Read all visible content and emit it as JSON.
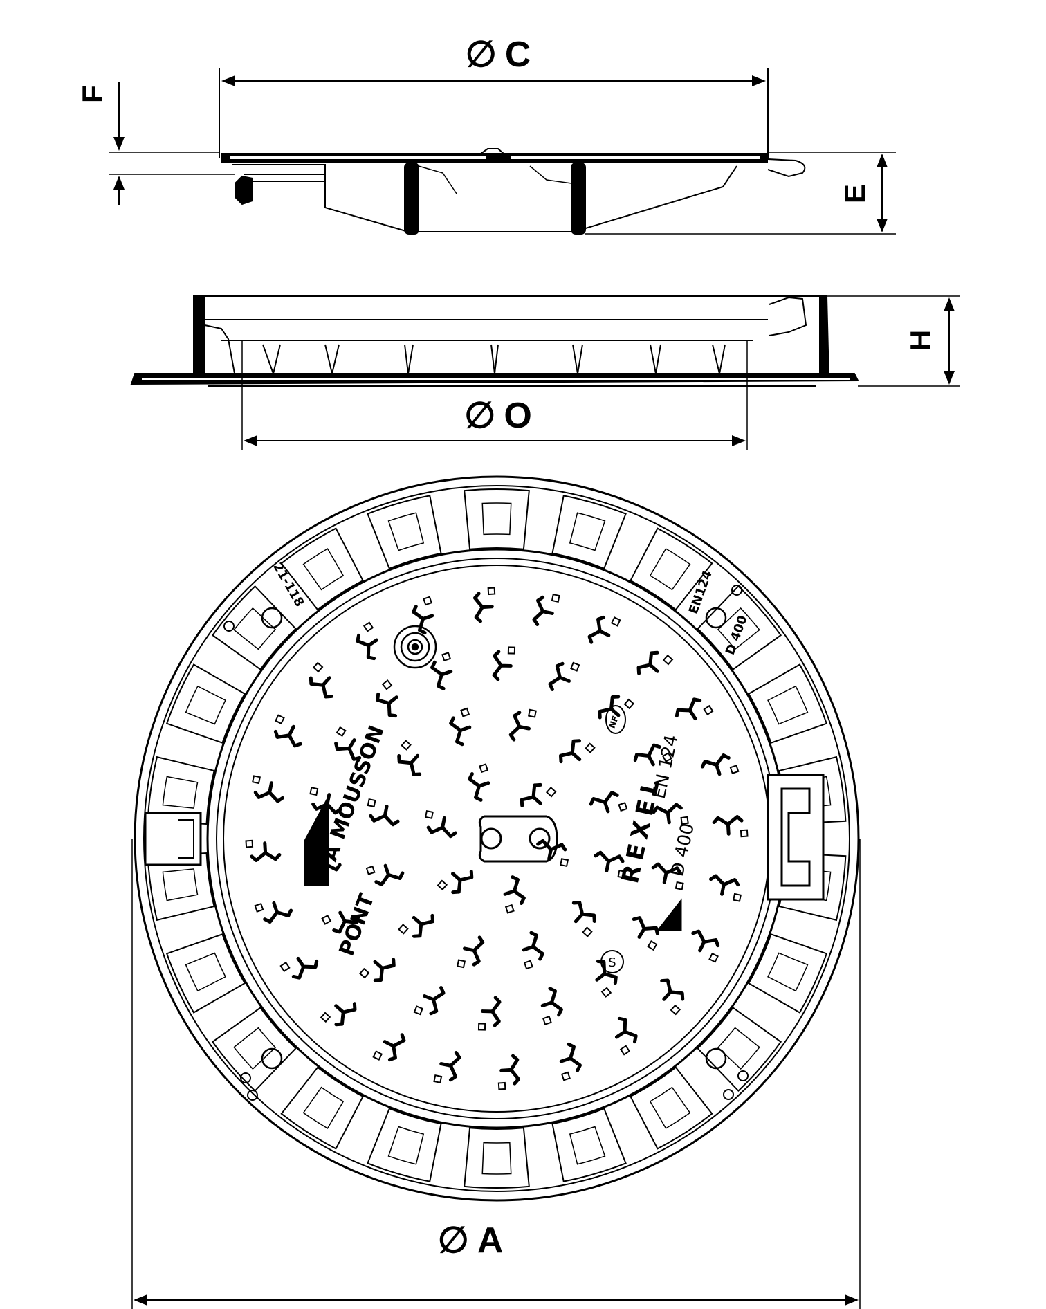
{
  "dimensions": {
    "C": "C",
    "F": "F",
    "E": "E",
    "H": "H",
    "O": "O",
    "A": "A",
    "diameter_symbol": "∅"
  },
  "markings": {
    "brand_top": "PONT",
    "brand_bottom": "A MOUSSON",
    "product": "REXEL",
    "standard": "EN 124",
    "load_class": "D 400",
    "standard_frame": "EN124",
    "load_class_frame": "D 400",
    "code_frame": "21-118",
    "nf_mark": "NF",
    "s_mark": "S"
  }
}
